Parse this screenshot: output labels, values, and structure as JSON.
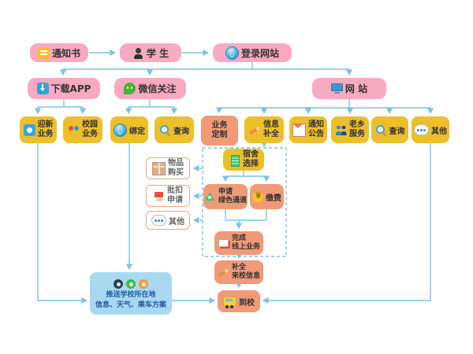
{
  "colors": {
    "pink": "#f8aac2",
    "yellow": "#ecbf2b",
    "salmon": "#f09a77",
    "light_blue": "#a9d9f1",
    "connector": "#7cc4e4"
  },
  "nodes": {
    "notice": {
      "label": "通知书"
    },
    "student": {
      "label": "学 生"
    },
    "login": {
      "label": "登录网站"
    },
    "download_app": {
      "label": "下载APP"
    },
    "wechat_follow": {
      "label": "微信关注"
    },
    "website": {
      "label": "网 站"
    },
    "welcome_biz": {
      "line1": "迎新",
      "line2": "业务"
    },
    "campus_biz": {
      "line1": "校园",
      "line2": "业务"
    },
    "bind": {
      "label": "绑定"
    },
    "query_wechat": {
      "label": "查询"
    },
    "biz_custom": {
      "line1": "业务",
      "line2": "定制"
    },
    "info_complete": {
      "line1": "信息",
      "line2": "补全"
    },
    "notice_announce": {
      "line1": "通知",
      "line2": "公告"
    },
    "fellow_service": {
      "line1": "老乡",
      "line2": "服务"
    },
    "query_web": {
      "label": "查询"
    },
    "other_web": {
      "label": "其他"
    },
    "goods_purchase": {
      "line1": "物品",
      "line2": "购买"
    },
    "batch_deduct": {
      "line1": "批扣",
      "line2": "申请"
    },
    "other_custom": {
      "label": "其他"
    },
    "dorm_select": {
      "line1": "宿舍",
      "line2": "选择"
    },
    "green_channel": {
      "line1": "申请",
      "line2": "绿色通道"
    },
    "pay_fee": {
      "label": "缴费"
    },
    "finish_online": {
      "line1": "完成",
      "line2": "线上业务"
    },
    "arrival_info": {
      "line1": "补全",
      "line2": "来校信息"
    },
    "arrive_school": {
      "label": "到校"
    },
    "push_info": {
      "line1": "推送学校所在地",
      "line2": "信息、天气、乘车方案"
    }
  }
}
